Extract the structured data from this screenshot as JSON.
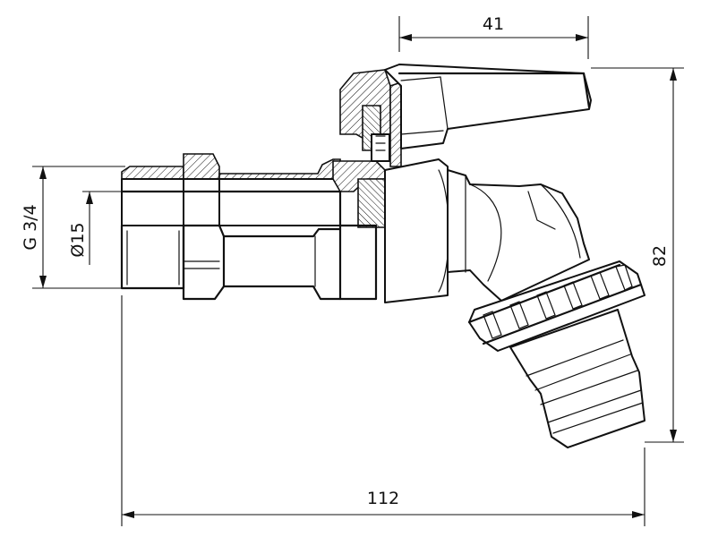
{
  "dimensions": {
    "handle_width": "41",
    "total_height": "82",
    "total_length": "112",
    "thread_size": "G 3/4",
    "bore_diameter": "Ø15"
  }
}
